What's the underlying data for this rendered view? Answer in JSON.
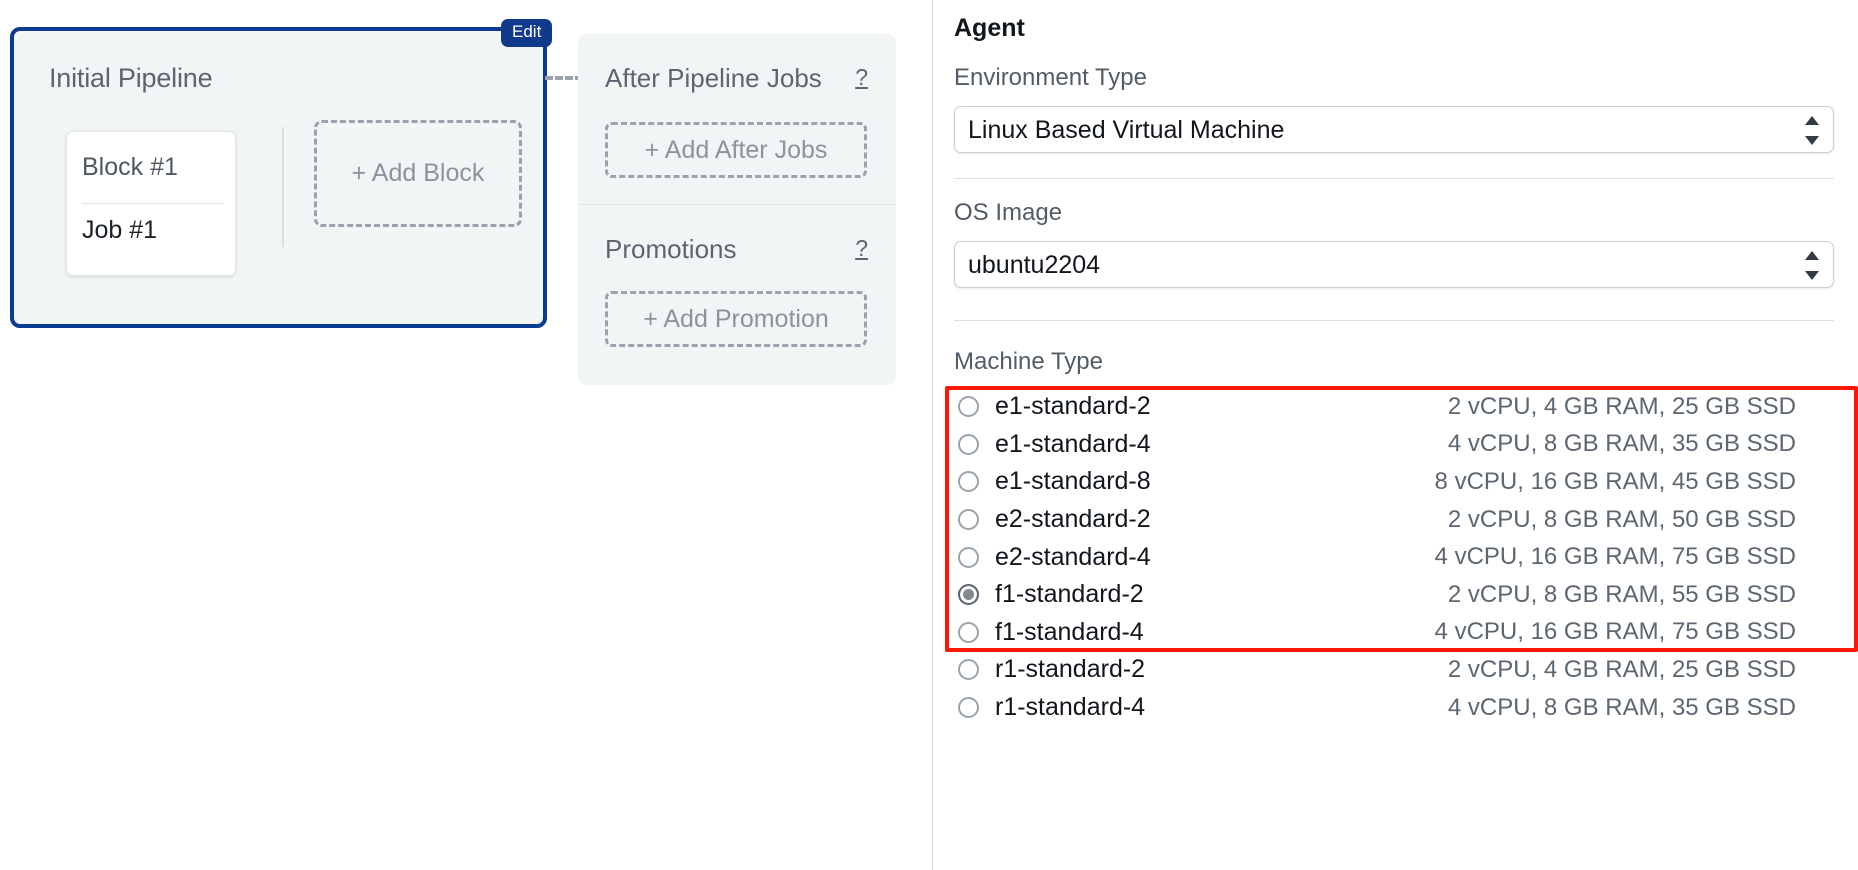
{
  "canvas": {
    "pipeline": {
      "title": "Initial Pipeline",
      "edit_label": "Edit",
      "block_name": "Block #1",
      "job_name": "Job #1",
      "add_block_label": "+ Add Block"
    },
    "after_jobs": {
      "title": "After Pipeline Jobs",
      "help_label": "?",
      "add_label": "+ Add After Jobs"
    },
    "promotions": {
      "title": "Promotions",
      "help_label": "?",
      "add_label": "+ Add Promotion"
    }
  },
  "panel": {
    "title": "Agent",
    "environment_type": {
      "label": "Environment Type",
      "value": "Linux Based Virtual Machine"
    },
    "os_image": {
      "label": "OS Image",
      "value": "ubuntu2204"
    },
    "machine_type": {
      "label": "Machine Type",
      "selected": "f1-standard-2",
      "options": [
        {
          "name": "e1-standard-2",
          "spec": "2 vCPU, 4 GB RAM, 25 GB SSD",
          "selected": false
        },
        {
          "name": "e1-standard-4",
          "spec": "4 vCPU, 8 GB RAM, 35 GB SSD",
          "selected": false
        },
        {
          "name": "e1-standard-8",
          "spec": "8 vCPU, 16 GB RAM, 45 GB SSD",
          "selected": false
        },
        {
          "name": "e2-standard-2",
          "spec": "2 vCPU, 8 GB RAM, 50 GB SSD",
          "selected": false
        },
        {
          "name": "e2-standard-4",
          "spec": "4 vCPU, 16 GB RAM, 75 GB SSD",
          "selected": false
        },
        {
          "name": "f1-standard-2",
          "spec": "2 vCPU, 8 GB RAM, 55 GB SSD",
          "selected": true
        },
        {
          "name": "f1-standard-4",
          "spec": "4 vCPU, 16 GB RAM, 75 GB SSD",
          "selected": false
        },
        {
          "name": "r1-standard-2",
          "spec": "2 vCPU, 4 GB RAM, 25 GB SSD",
          "selected": false
        },
        {
          "name": "r1-standard-4",
          "spec": "4 vCPU, 8 GB RAM, 35 GB SSD",
          "selected": false
        }
      ]
    }
  },
  "colors": {
    "pipeline_border": "#0b3c92",
    "edit_badge": "#123a8c",
    "highlight": "#fb1605",
    "panel_bg": "#f2f5f6"
  }
}
